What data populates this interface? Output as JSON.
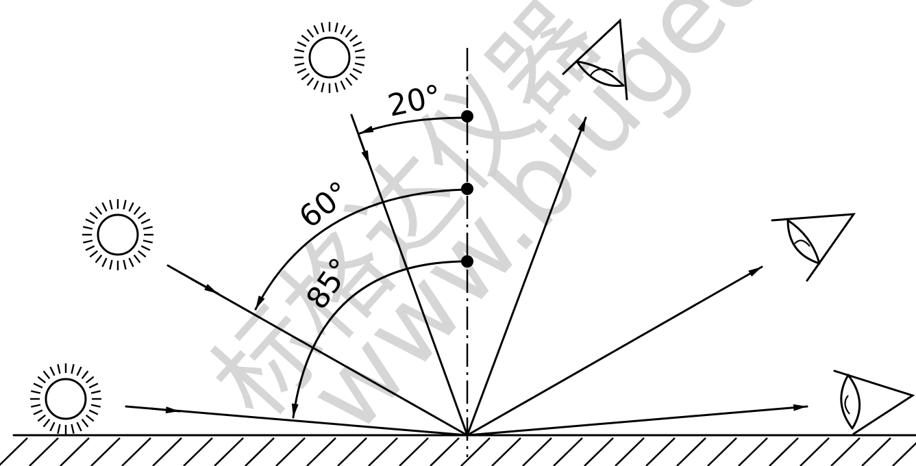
{
  "angles": {
    "a20": "20°",
    "a60": "60°",
    "a85": "85°"
  },
  "watermark": {
    "line1": "标格达仪器",
    "line2": "www.biuged.com"
  },
  "icons": {
    "light_source": "sun-icon",
    "observer": "eye-icon"
  },
  "colors": {
    "ink": "#000000",
    "watermark": "#cfcfcf",
    "background": "#ffffff"
  }
}
